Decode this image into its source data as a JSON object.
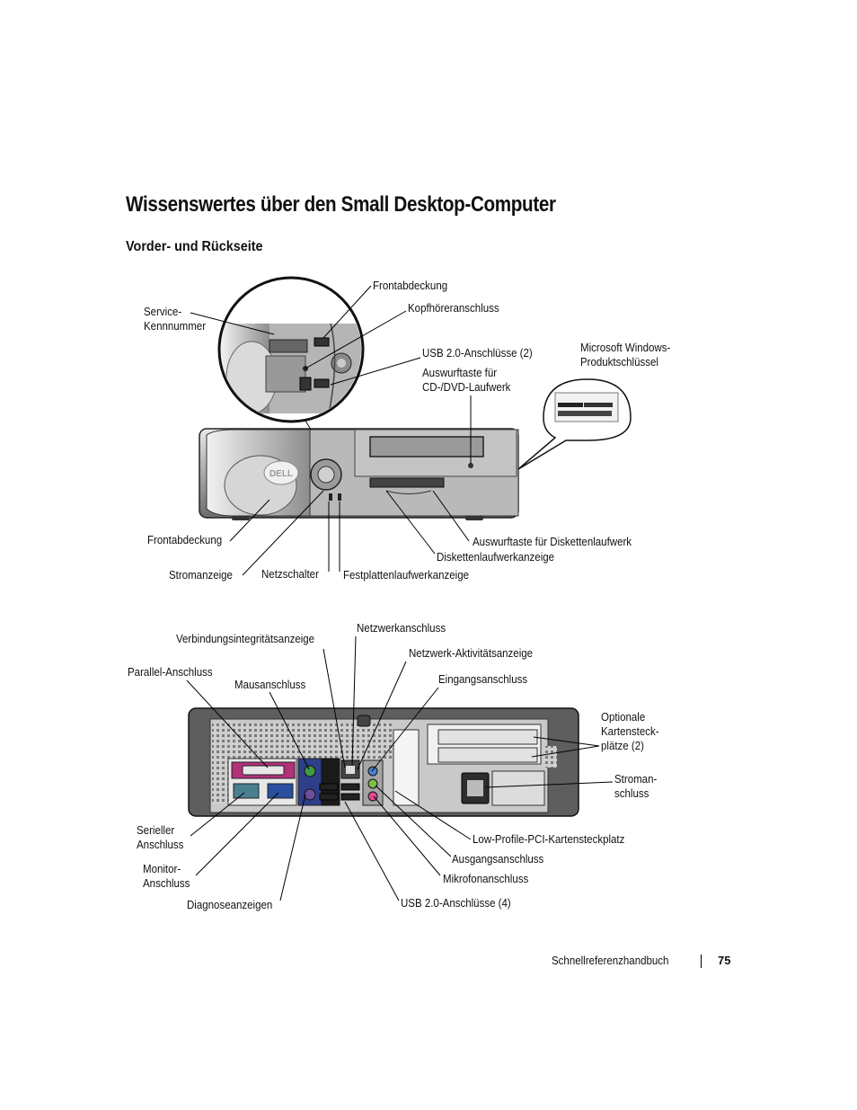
{
  "title": "Wissenswertes über den Small Desktop-Computer",
  "subtitle": "Vorder- und Rückseite",
  "front_labels": {
    "service_tag": "Service-\nKennnummer",
    "front_cover_top": "Frontabdeckung",
    "headphone": "Kopfhöreranschluss",
    "usb_front": "USB 2.0-Anschlüsse (2)",
    "cd_eject": "Auswurftaste für\nCD-/DVD-Laufwerk",
    "windows_key": "Microsoft Windows-\nProduktschlüssel",
    "front_cover_bottom": "Frontabdeckung",
    "floppy_eject": "Auswurftaste für Diskettenlaufwerk",
    "floppy_light": "Diskettenlaufwerkanzeige",
    "power_light": "Stromanzeige",
    "power_button": "Netzschalter",
    "hdd_light": "Festplattenlaufwerkanzeige"
  },
  "back_labels": {
    "network": "Netzwerkanschluss",
    "link_integrity": "Verbindungsintegritätsanzeige",
    "network_activity": "Netzwerk-Aktivitätsanzeige",
    "parallel": "Parallel-Anschluss",
    "mouse": "Mausanschluss",
    "line_in": "Eingangsanschluss",
    "card_slots": "Optionale\nKartensteck-\nplätze (2)",
    "power_connector": "Stroman-\nschluss",
    "serial": "Serieller\nAnschluss",
    "low_profile": "Low-Profile-PCI-Kartensteckplatz",
    "line_out": "Ausgangsanschluss",
    "monitor": "Monitor-\nAnschluss",
    "microphone": "Mikrofonanschluss",
    "diagnostic": "Diagnoseanzeigen",
    "usb_back": "USB 2.0-Anschlüsse (4)"
  },
  "brand_logo": "DELL",
  "footer": {
    "book": "Schnellreferenzhandbuch",
    "page": "75"
  }
}
